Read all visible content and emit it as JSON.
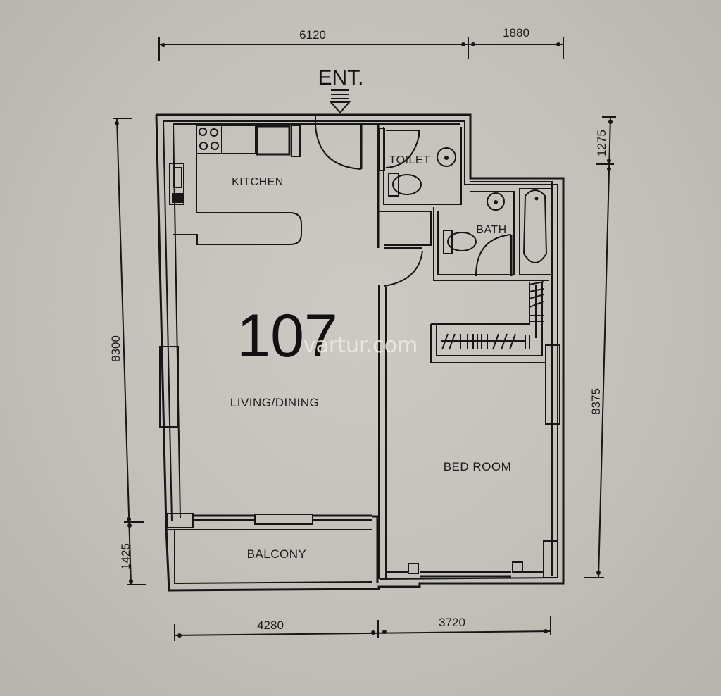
{
  "plan": {
    "unit_number": "107",
    "entrance_label": "ENT.",
    "watermark": "vartur.com",
    "background_color": "#c2beb8",
    "line_color": "#161616"
  },
  "rooms": {
    "kitchen": "KITCHEN",
    "toilet": "TOILET",
    "bath": "BATH",
    "living_dining": "LIVING/DINING",
    "bedroom": "BED ROOM",
    "balcony": "BALCONY"
  },
  "dimensions": {
    "top": [
      "6120",
      "1880"
    ],
    "bottom": [
      "4280",
      "3720"
    ],
    "left": [
      "8300",
      "1425"
    ],
    "right": [
      "1275",
      "8375"
    ]
  }
}
